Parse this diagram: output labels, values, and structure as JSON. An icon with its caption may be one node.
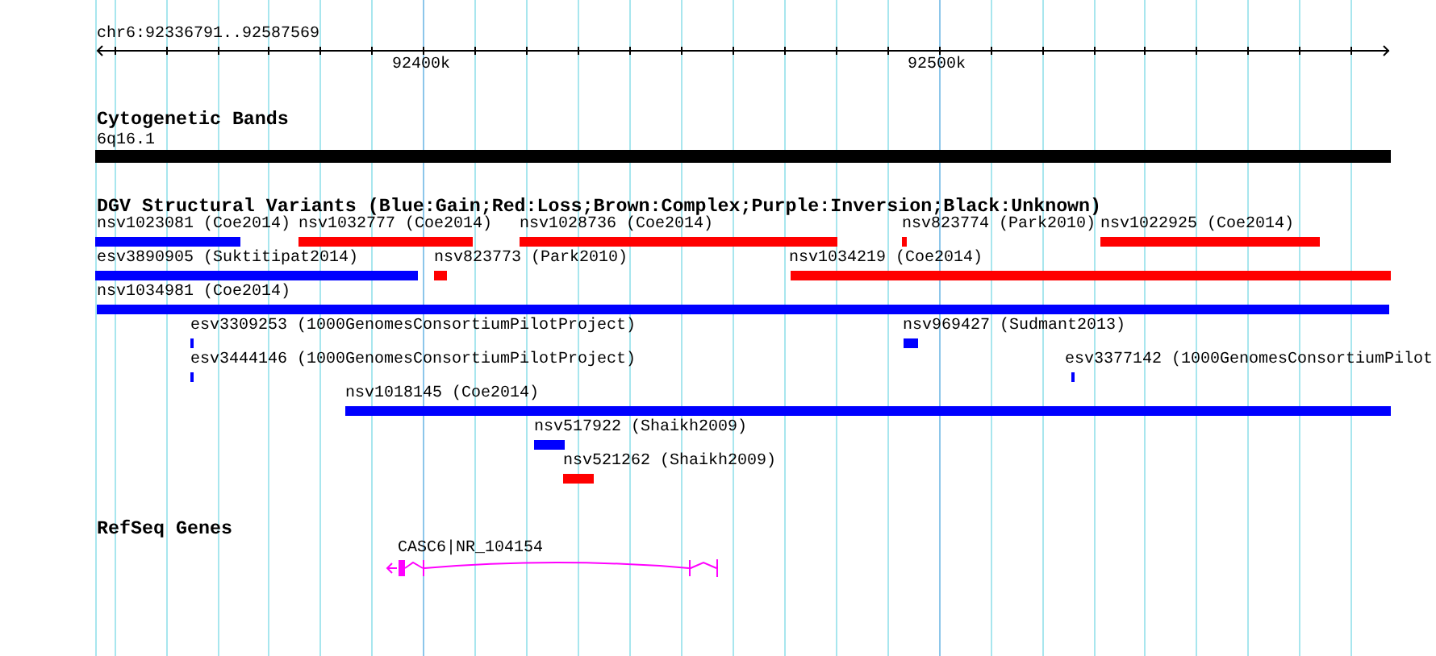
{
  "diagram": {
    "nodes": [
      {
        "text": [
          "6q16.1"
        ]
      },
      {
        "text": [
          "nsv1023081 (Coe2014)"
        ]
      },
      {
        "text": [
          "nsv1032777 (Coe2014)"
        ]
      },
      {
        "text": [
          "nsv1028736 (Coe2014)"
        ]
      },
      {
        "text": [
          "nsv823774 (Park2010)"
        ]
      },
      {
        "text": [
          "nsv1022925 (Coe2014)"
        ]
      },
      {
        "text": [
          "esv3890905 (Suktitipat2014)"
        ]
      },
      {
        "text": [
          "nsv823773 (Park2010)"
        ]
      },
      {
        "text": [
          "nsv1034219 (Coe2014)"
        ]
      },
      {
        "text": [
          "nsv1034981 (Coe2014)"
        ]
      },
      {
        "text": [
          "esv3309253 (1000GenomesConsortiumPilotProject)"
        ]
      },
      {
        "text": [
          "nsv969427 (Sudmant2013)"
        ]
      },
      {
        "text": [
          "esv3444146 (1000GenomesConsortiumPilotProject)"
        ]
      },
      {
        "text": [
          "esv3377142 (1000GenomesConsortiumPilot"
        ]
      },
      {
        "text": [
          "nsv1018145 (Coe2014)"
        ]
      },
      {
        "text": [
          "nsv517922 (Shaikh2009)"
        ]
      },
      {
        "text": [
          "nsv521262 (Shaikh2009)"
        ]
      },
      {
        "text": [
          "CASC6|NR_104154"
        ]
      }
    ],
    "labels": [
      "chr6:92336791..92587569",
      "92400k",
      "92500k",
      "Cytogenetic Bands",
      "DGV Structural Variants (Blue:Gain;Red:Loss;Brown:Complex;Purple:Inversion;Black:Unknown)",
      "RefSeq Genes"
    ]
  }
}
